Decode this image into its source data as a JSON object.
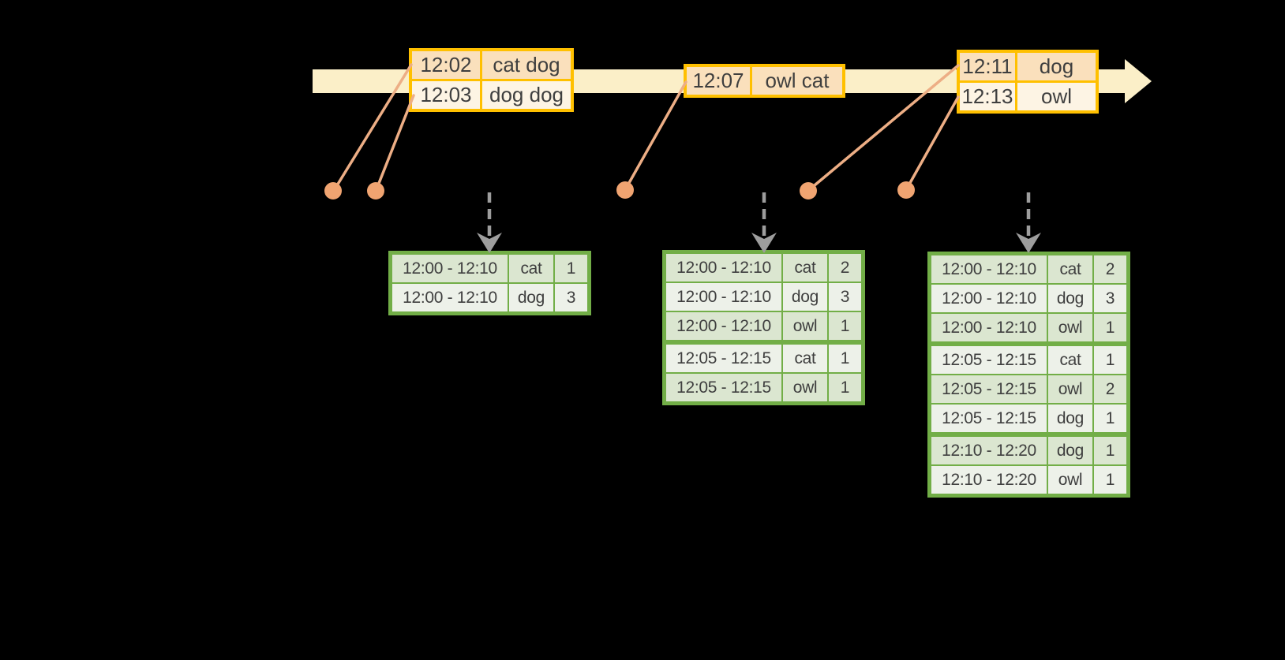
{
  "event_tables": [
    {
      "rows": [
        {
          "time": "12:02",
          "words": "cat dog"
        },
        {
          "time": "12:03",
          "words": "dog dog"
        }
      ]
    },
    {
      "rows": [
        {
          "time": "12:07",
          "words": "owl cat"
        }
      ]
    },
    {
      "rows": [
        {
          "time": "12:11",
          "words": "dog"
        },
        {
          "time": "12:13",
          "words": "owl"
        }
      ]
    }
  ],
  "result_tables": [
    {
      "rows": [
        {
          "window": "12:00 - 12:10",
          "word": "cat",
          "count": "1"
        },
        {
          "window": "12:00 - 12:10",
          "word": "dog",
          "count": "3"
        }
      ]
    },
    {
      "rows": [
        {
          "window": "12:00 - 12:10",
          "word": "cat",
          "count": "2"
        },
        {
          "window": "12:00 - 12:10",
          "word": "dog",
          "count": "3"
        },
        {
          "window": "12:00 - 12:10",
          "word": "owl",
          "count": "1"
        },
        {
          "window": "12:05 - 12:15",
          "word": "cat",
          "count": "1"
        },
        {
          "window": "12:05 - 12:15",
          "word": "owl",
          "count": "1"
        }
      ]
    },
    {
      "rows": [
        {
          "window": "12:00 - 12:10",
          "word": "cat",
          "count": "2"
        },
        {
          "window": "12:00 - 12:10",
          "word": "dog",
          "count": "3"
        },
        {
          "window": "12:00 - 12:10",
          "word": "owl",
          "count": "1"
        },
        {
          "window": "12:05 - 12:15",
          "word": "cat",
          "count": "1"
        },
        {
          "window": "12:05 - 12:15",
          "word": "owl",
          "count": "2"
        },
        {
          "window": "12:05 - 12:15",
          "word": "dog",
          "count": "1"
        },
        {
          "window": "12:10 - 12:20",
          "word": "dog",
          "count": "1"
        },
        {
          "window": "12:10 - 12:20",
          "word": "owl",
          "count": "1"
        }
      ]
    }
  ],
  "colors": {
    "background": "#000000",
    "timeline": "#FBEFC8",
    "event_border": "#FFC000",
    "event_row_dark": "#FAE0BC",
    "event_row_light": "#FDF4E4",
    "dot": "#F0A471",
    "connector": "#EDAE85",
    "result_border": "#72AE47",
    "result_row_dark": "#DBE6D0",
    "result_row_light": "#EDF1E9",
    "trigger_arrow": "#9D9D9D",
    "text": "#3F3F3F"
  }
}
